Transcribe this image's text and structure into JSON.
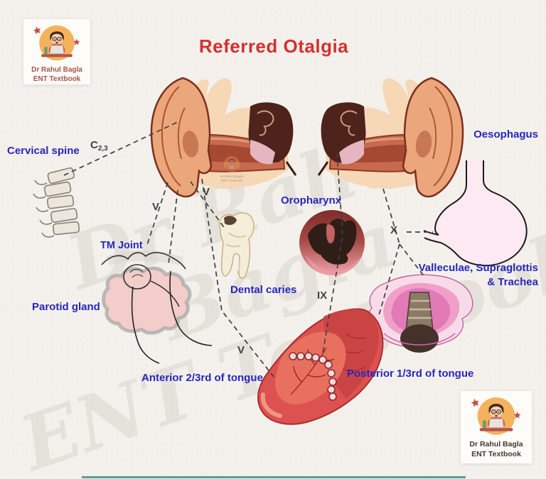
{
  "title": "Referred Otalgia",
  "logo": {
    "line1": "Dr Rahul Bagla",
    "line2": "ENT Textbook"
  },
  "labels": {
    "cervical_spine": "Cervical spine",
    "tm_joint": "TM Joint",
    "parotid_gland": "Parotid gland",
    "dental_caries": "Dental caries",
    "oropharynx": "Oropharynx",
    "oesophagus": "Oesophagus",
    "valleculae_line1": "Valleculae, Supraglottis",
    "valleculae_line2": "& Trachea",
    "anterior_tongue": "Anterior 2/3rd of tongue",
    "posterior_tongue": "Posterior 1/3rd of tongue"
  },
  "nerve_labels": {
    "cervical_main": "C",
    "cervical_sub": "2,3",
    "trigeminal": "V",
    "glossopharyngeal": "IX",
    "vagus": "X"
  },
  "colors": {
    "title_red": "#d23131",
    "label_blue": "#2626bd",
    "nerve_dark": "#414141",
    "background": "#f4f1ec"
  }
}
